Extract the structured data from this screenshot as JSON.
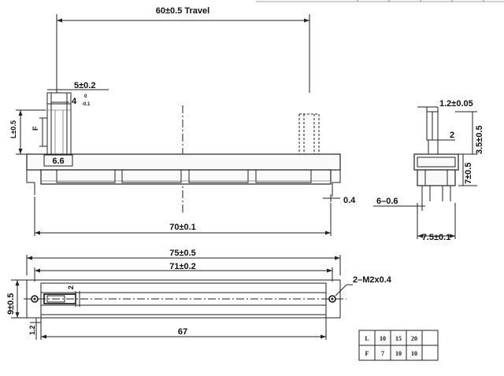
{
  "labels": {
    "travel": "60±0.5 Travel",
    "knob_width": "5±0.2",
    "knob_base": "4",
    "knob_tol_upper": "0",
    "knob_tol_lower": "-0.1",
    "l_tol": "L±0.5",
    "f": "F",
    "body_height": "6.6",
    "pin_offset": "0.4",
    "pin_span": "70±0.1",
    "side_top": "1.2±0.05",
    "side_knob": "2",
    "side_shaft": "3.5±0.5",
    "side_body": "7±0.5",
    "side_pins": "6–0.6",
    "side_width": "7.5±0.1",
    "overall_length": "75±0.5",
    "frame_length": "71±0.2",
    "mount_holes": "2–M2x0.4",
    "height": "9±0.5",
    "slot_width": "2",
    "edge_offset": "1.2",
    "slot_length": "67"
  },
  "table": {
    "rows": [
      [
        "L",
        "10",
        "15",
        "20"
      ],
      [
        "F",
        "7",
        "10",
        "10"
      ]
    ]
  }
}
